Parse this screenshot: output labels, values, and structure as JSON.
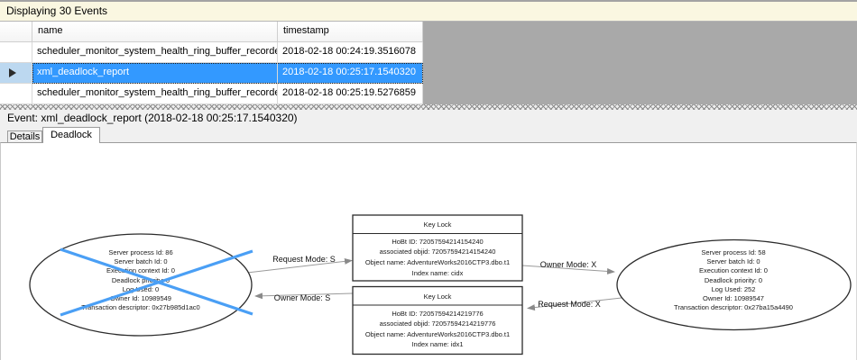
{
  "window": {
    "events_bar": "Displaying 30 Events"
  },
  "grid": {
    "columns": [
      "name",
      "timestamp"
    ],
    "rows": [
      {
        "name": "scheduler_monitor_system_health_ring_buffer_recorded",
        "timestamp": "2018-02-18 00:24:19.3516078",
        "selected": false
      },
      {
        "name": "xml_deadlock_report",
        "timestamp": "2018-02-18 00:25:17.1540320",
        "selected": true
      },
      {
        "name": "scheduler_monitor_system_health_ring_buffer_recorded",
        "timestamp": "2018-02-18 00:25:19.5276859",
        "selected": false
      }
    ],
    "selected_row_index": 1
  },
  "event_header": {
    "label": "Event: xml_deadlock_report (2018-02-18 00:25:17.1540320)"
  },
  "tabs": [
    {
      "label": "Details",
      "active": false
    },
    {
      "label": "Deadlock",
      "active": true
    }
  ],
  "colors": {
    "selection_blue": "#3399FF",
    "victim_cross_blue": "#4A9FF5",
    "events_bar_yellow": "#FAF7E1",
    "grid_filler_gray": "#A9A9A9",
    "arrow_gray": "#9A9A9A"
  },
  "graph": {
    "process_left": {
      "victim": true,
      "lines": [
        "Server process Id: 86",
        "Server batch Id: 0",
        "Execution context Id: 0",
        "Deadlock priority: 0",
        "Log Used: 0",
        "Owner Id: 10989549",
        "Transaction descriptor: 0x27b985d1ac0"
      ]
    },
    "process_right": {
      "victim": false,
      "lines": [
        "Server process Id: 58",
        "Server batch Id: 0",
        "Execution context Id: 0",
        "Deadlock priority: 0",
        "Log Used: 252",
        "Owner Id: 10989547",
        "Transaction descriptor: 0x27ba15a4490"
      ]
    },
    "resource_top": {
      "title": "Key Lock",
      "lines": [
        "HoBt ID: 72057594214154240",
        "associated objid: 72057594214154240",
        "Object name: AdventureWorks2016CTP3.dbo.t1",
        "Index name: cidx"
      ]
    },
    "resource_bottom": {
      "title": "Key Lock",
      "lines": [
        "HoBt ID: 72057594214219776",
        "associated objid: 72057594214219776",
        "Object name: AdventureWorks2016CTP3.dbo.t1",
        "Index name: idx1"
      ]
    },
    "edges": {
      "request_s": "Request Mode: S",
      "owner_s": "Owner Mode: S",
      "owner_x": "Owner Mode: X",
      "request_x": "Request Mode: X"
    }
  }
}
